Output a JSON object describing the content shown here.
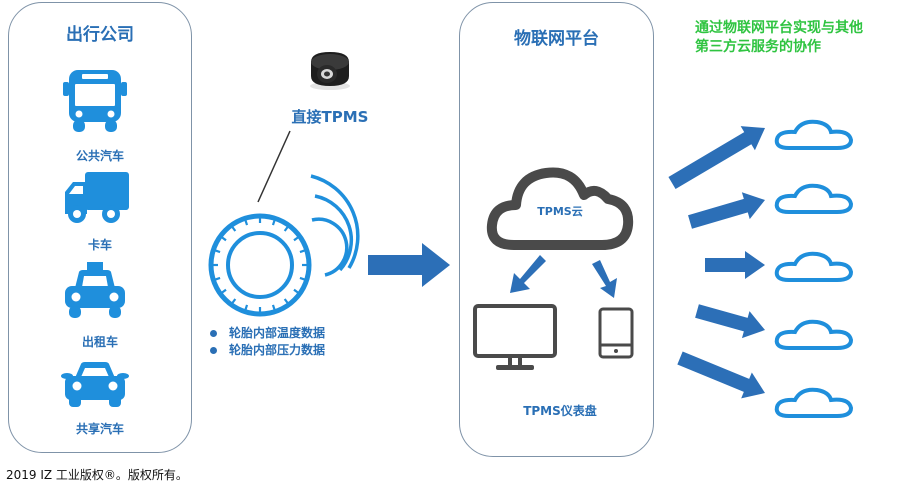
{
  "mobility_panel": {
    "title": "出行公司",
    "vehicles": [
      {
        "label": "公共汽车",
        "icon": "bus-icon"
      },
      {
        "label": "卡车",
        "icon": "truck-icon"
      },
      {
        "label": "出租车",
        "icon": "taxi-icon"
      },
      {
        "label": "共享汽车",
        "icon": "car-icon"
      }
    ]
  },
  "sensor": {
    "label": "直接TPMS",
    "bullets": [
      "轮胎内部温度数据",
      "轮胎内部压力数据"
    ]
  },
  "iot_panel": {
    "title": "物联网平台",
    "cloud_label": "TPMS云",
    "dashboard_label": "TPMS仪表盘"
  },
  "third_party": {
    "caption_line1": "通过物联网平台实现与其他",
    "caption_line2": "第三方云服务的协作",
    "cloud_count": 5
  },
  "colors": {
    "icon_blue": "#1f8fdc",
    "arrow_blue": "#2c6fb7",
    "text_blue": "#2a6fb5",
    "caption_green": "#2fc441",
    "device_gray": "#4a4a4a"
  },
  "footer": "2019 IZ 工业版权®。版权所有。"
}
